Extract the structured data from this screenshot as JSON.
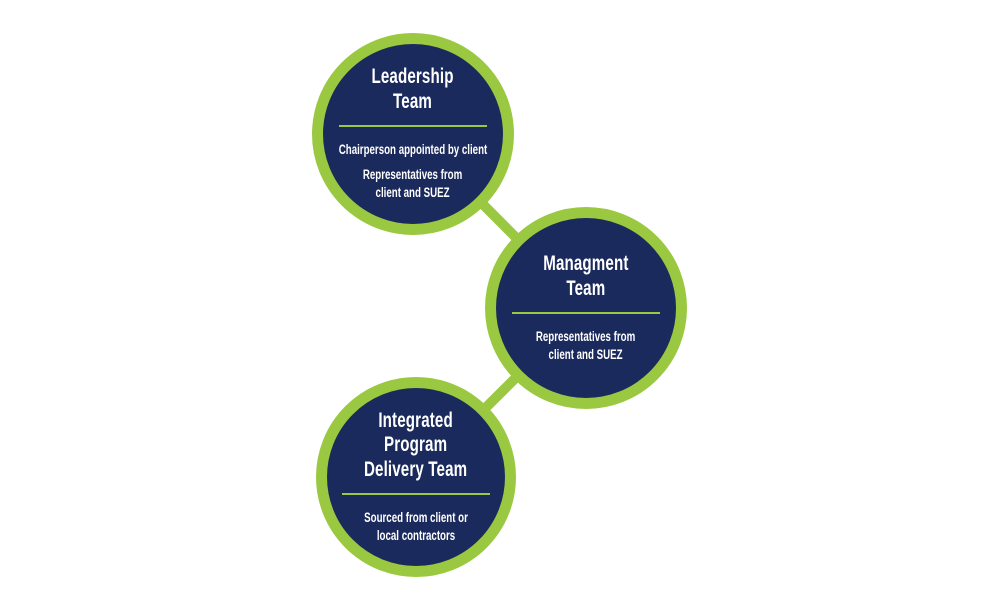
{
  "diagram": {
    "type": "org-circle-diagram",
    "background_color": "#ffffff",
    "colors": {
      "circle_fill": "#1b2a5c",
      "circle_border": "#9ac840",
      "connector": "#9ac840",
      "divider": "#9ac840",
      "text": "#ffffff"
    },
    "nodes": [
      {
        "id": "leadership-team",
        "title": "Leadership\nTeam",
        "details": [
          "Chairperson appointed by client",
          "Representatives from\nclient and SUEZ"
        ]
      },
      {
        "id": "management-team",
        "title": "Managment\nTeam",
        "details": [
          "Representatives from\nclient and SUEZ"
        ]
      },
      {
        "id": "integrated-program-delivery-team",
        "title": "Integrated\nProgram\nDelivery Team",
        "details": [
          "Sourced from client or\nlocal contractors"
        ]
      }
    ],
    "connections": [
      {
        "from": "leadership-team",
        "to": "management-team"
      },
      {
        "from": "management-team",
        "to": "integrated-program-delivery-team"
      }
    ]
  }
}
